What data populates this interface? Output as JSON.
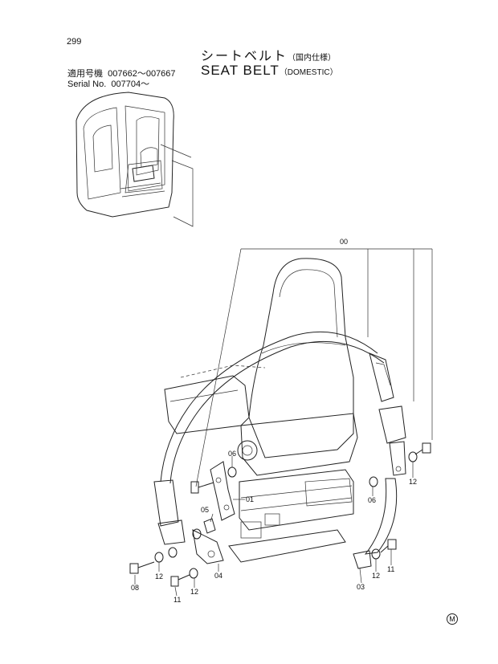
{
  "page_number": "299",
  "title": {
    "japanese": "シートベルト",
    "japanese_note": "（国内仕様）",
    "english": "SEAT BELT",
    "english_note": "（DOMESTIC）"
  },
  "serial": {
    "line1_label": "適用号機",
    "line1_value": "007662～007667",
    "line2_label": "Serial No.",
    "line2_value": "007704～"
  },
  "callouts": {
    "c00": "00",
    "c01": "01",
    "c03": "03",
    "c04": "04",
    "c05": "05",
    "c06a": "06",
    "c06b": "06",
    "c08": "08",
    "c11a": "11",
    "c11b": "11",
    "c12a": "12",
    "c12b": "12",
    "c12c": "12",
    "c12d": "12"
  },
  "mark": "M"
}
